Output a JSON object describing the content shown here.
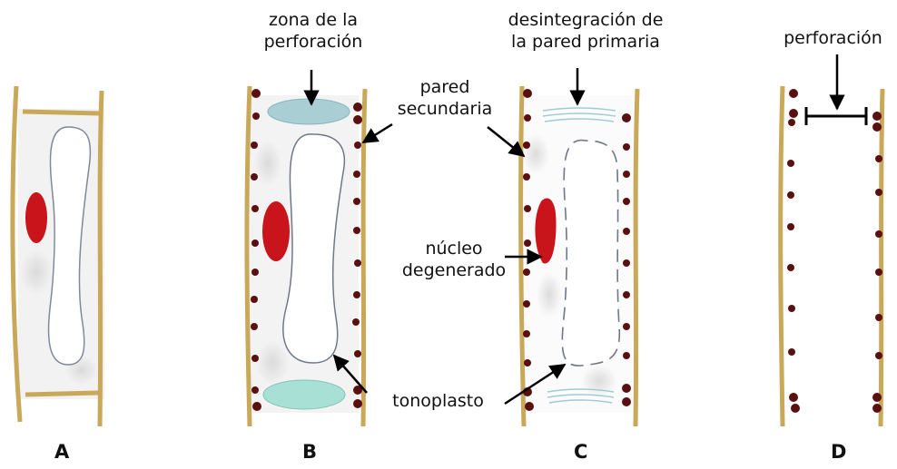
{
  "panels": [
    {
      "letter": "A"
    },
    {
      "letter": "B"
    },
    {
      "letter": "C"
    },
    {
      "letter": "D"
    }
  ],
  "labels": {
    "zona_1": "zona de la",
    "zona_2": "perforación",
    "pared_sec_1": "pared",
    "pared_sec_2": "secundaria",
    "desint_1": "desintegración de",
    "desint_2": "la pared primaria",
    "nucleo_1": "núcleo",
    "nucleo_2": "degenerado",
    "tonoplasto": "tonoplasto",
    "perforacion": "perforación"
  },
  "colors": {
    "wall": "#c9a85a",
    "wall_dark": "#8a6d2a",
    "nucleus": "#c8141a",
    "thickening": "#5a0f10",
    "perforation_zone": "#a9cfd4",
    "cytoplasm": "#e3e3e3"
  }
}
